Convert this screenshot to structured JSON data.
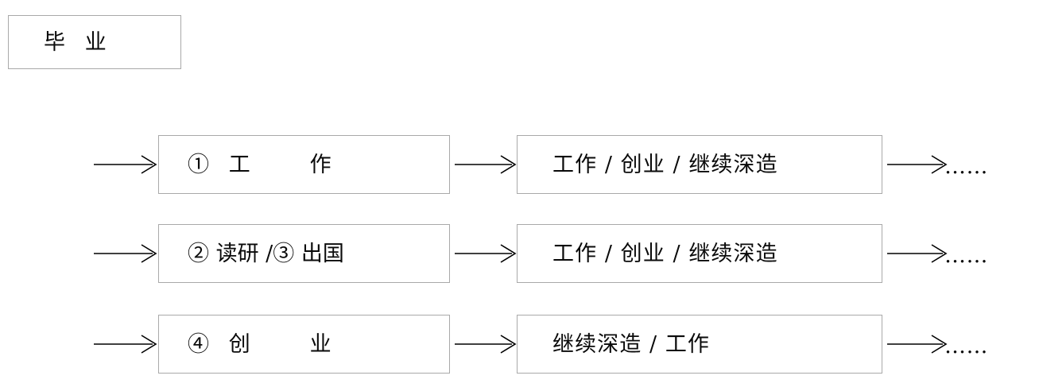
{
  "diagram": {
    "title_node": {
      "label": "毕 业"
    },
    "rows": [
      {
        "incoming_arrow": "arrow-right",
        "stage1": "① 工    作",
        "mid_arrow": "arrow-right",
        "stage2": "工作 / 创业 / 继续深造",
        "tail_arrow": "arrow-right",
        "ellipsis": "……"
      },
      {
        "incoming_arrow": "arrow-right",
        "stage1": "② 读研 /③ 出国",
        "mid_arrow": "arrow-right",
        "stage2": "工作 / 创业 / 继续深造",
        "tail_arrow": "arrow-right",
        "ellipsis": "……"
      },
      {
        "incoming_arrow": "arrow-right",
        "stage1": "④ 创    业",
        "mid_arrow": "arrow-right",
        "stage2": "继续深造 / 工作",
        "tail_arrow": "arrow-right",
        "ellipsis": "……"
      }
    ],
    "colors": {
      "border": "#a9a9a9",
      "text": "#0a0a0a",
      "arrow": "#000000",
      "background": "#ffffff"
    }
  }
}
